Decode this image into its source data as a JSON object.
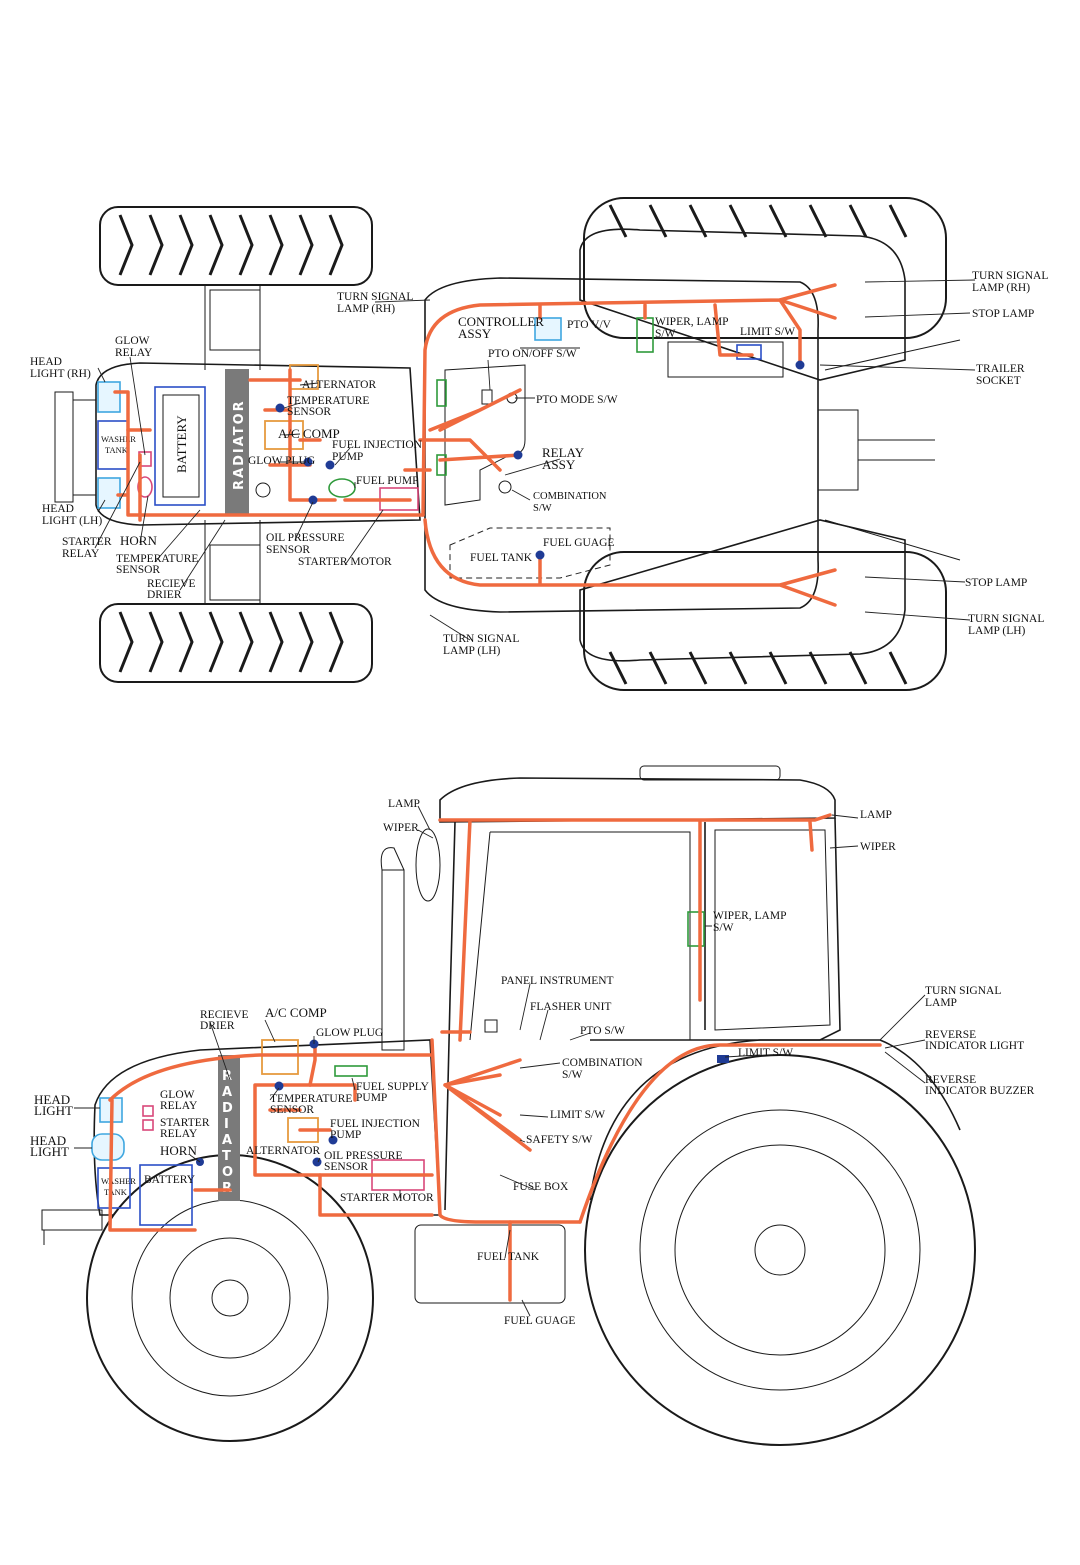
{
  "top_view": {
    "labels": {
      "turn_signal_lamp_rh_top": [
        "TURN SIGNAL",
        "LAMP (RH)"
      ],
      "turn_signal_lamp_rh_rear": [
        "TURN SIGNAL",
        "LAMP (RH)"
      ],
      "stop_lamp_top": "STOP LAMP",
      "trailer_socket": [
        "TRAILER",
        "SOCKET"
      ],
      "controller_assy": [
        "CONTROLLER",
        "ASSY"
      ],
      "pto_vv": "PTO V/V",
      "wiper_lamp_sw": [
        "WIPER, LAMP",
        "S/W"
      ],
      "limit_sw": "LIMIT S/W",
      "pto_onoff_sw": "PTO ON/OFF S/W",
      "pto_mode_sw": "PTO MODE S/W",
      "relay_assy": [
        "RELAY",
        "ASSY"
      ],
      "combination_sw": [
        "COMBINATION",
        "S/W"
      ],
      "fuel_guage": "FUEL GUAGE",
      "fuel_tank": "FUEL TANK",
      "stop_lamp_bottom": "STOP LAMP",
      "turn_signal_lamp_lh_rear": [
        "TURN SIGNAL",
        "LAMP (LH)"
      ],
      "turn_signal_lamp_lh_front": [
        "TURN SIGNAL",
        "LAMP (LH)"
      ],
      "glow_relay": [
        "GLOW",
        "RELAY"
      ],
      "head_light_rh": [
        "HEAD",
        "LIGHT (RH)"
      ],
      "head_light_lh": [
        "HEAD",
        "LIGHT (LH)"
      ],
      "washer_tank": [
        "WASHER",
        "TANK"
      ],
      "battery": "BATTERY",
      "radiator": "RADIATOR",
      "alternator": "ALTERNATOR",
      "temperature_sensor": [
        "TEMPERATURE",
        "SENSOR"
      ],
      "ac_comp": "A/C COMP",
      "glow_plug": "GLOW PLUG",
      "fuel_injection_pump": [
        "FUEL INJECTION",
        "PUMP"
      ],
      "fuel_pump": "FUEL PUMP",
      "oil_pressure_sensor": [
        "OIL PRESSURE",
        "SENSOR"
      ],
      "starter_motor": "STARTER MOTOR",
      "starter_relay": [
        "STARTER",
        "RELAY"
      ],
      "horn": "HORN",
      "temperature_sensor_2": [
        "TEMPERATURE",
        "SENSOR"
      ],
      "recieve_drier": [
        "RECIEVE",
        "DRIER"
      ]
    }
  },
  "side_view": {
    "labels": {
      "lamp_left": "LAMP",
      "wiper_left": "WIPER",
      "lamp_right": "LAMP",
      "wiper_right": "WIPER",
      "wiper_lamp_sw": [
        "WIPER, LAMP",
        "S/W"
      ],
      "panel_instrument": "PANEL INSTRUMENT",
      "flasher_unit": "FLASHER UNIT",
      "pto_sw": "PTO S/W",
      "combination_sw": [
        "COMBINATION",
        "S/W"
      ],
      "limit_sw_cab": "LIMIT S/W",
      "safety_sw": "SAFETY S/W",
      "fuse_box": "FUSE BOX",
      "turn_signal_lamp": [
        "TURN SIGNAL",
        "LAMP"
      ],
      "reverse_indicator_light": [
        "REVERSE",
        "INDICATOR LIGHT"
      ],
      "reverse_indicator_buzzer": [
        "REVERSE",
        "INDICATOR BUZZER"
      ],
      "limit_sw_rear": "LIMIT S/W",
      "recieve_drier": [
        "RECIEVE",
        "DRIER"
      ],
      "ac_comp": "A/C COMP",
      "glow_plug": "GLOW PLUG",
      "fuel_supply_pump": [
        "FUEL SUPPLY",
        "PUMP"
      ],
      "head_light_1": [
        "HEAD",
        "LIGHT"
      ],
      "head_light_2": [
        "HEAD",
        "LIGHT"
      ],
      "glow_relay": [
        "GLOW",
        "RELAY"
      ],
      "starter_relay": [
        "STARTER",
        "RELAY"
      ],
      "horn": "HORN",
      "washer_tank": [
        "WASHER",
        "TANK"
      ],
      "battery": "BATTERY",
      "radiator": [
        "R",
        "A",
        "D",
        "I",
        "A",
        "T",
        "O",
        "R"
      ],
      "temperature_sensor": [
        "TEMPERATURE",
        "SENSOR"
      ],
      "fuel_injection_pump": [
        "FUEL INJECTION",
        "PUMP"
      ],
      "alternator": "ALTERNATOR",
      "oil_pressure_sensor": [
        "OIL PRESSURE",
        "SENSOR"
      ],
      "starter_motor": "STARTER MOTOR",
      "fuel_tank": "FUEL TANK",
      "fuel_guage": "FUEL GUAGE"
    }
  },
  "colors": {
    "wire": "#ef6a3f",
    "connector_dot": "#1f3b95",
    "radiator_fill": "#7a7a7a"
  }
}
